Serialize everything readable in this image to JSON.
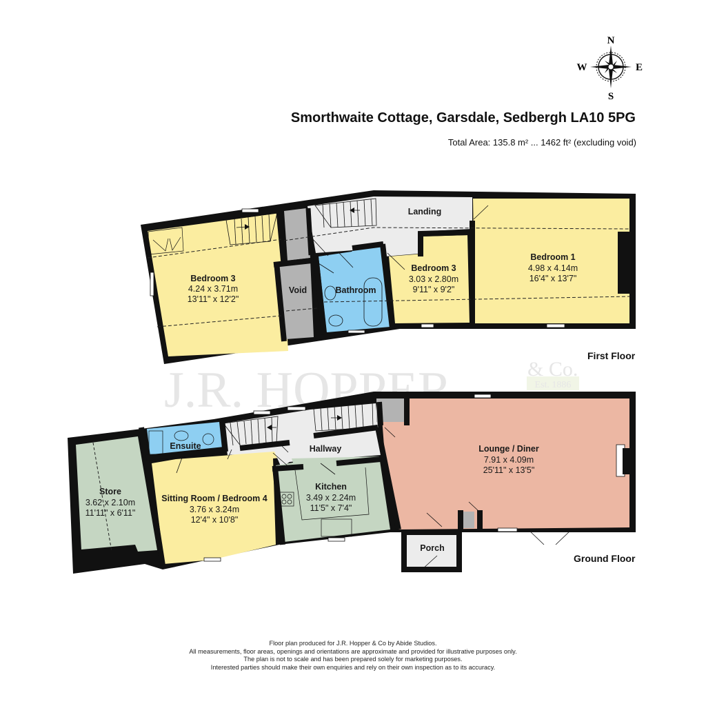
{
  "header": {
    "title": "Smorthwaite Cottage, Garsdale, Sedbergh LA10 5PG",
    "total_area": "Total Area: 135.8 m² ... 1462 ft² (excluding void)"
  },
  "compass": {
    "n": "N",
    "e": "E",
    "s": "S",
    "w": "W",
    "icon": "compass-rose-icon"
  },
  "watermark": {
    "main": "J.R. HOPPER",
    "suffix": "& Co.",
    "est": "Est. 1886"
  },
  "colors": {
    "bedroom": "#fbeda0",
    "bathroom": "#8ecff2",
    "void": "#b3b3b3",
    "landing": "#ececec",
    "lounge": "#ecb7a3",
    "kitchen": "#c5d6c2",
    "store": "#c5d6c2",
    "wall": "#111111"
  },
  "first_floor": {
    "label": "First Floor",
    "rooms": [
      {
        "name": "Bedroom 3",
        "metric": "4.24 x 3.71m",
        "imperial": "13'11\" x 12'2\""
      },
      {
        "name": "Void",
        "metric": "",
        "imperial": ""
      },
      {
        "name": "Bathroom",
        "metric": "",
        "imperial": ""
      },
      {
        "name": "Landing",
        "metric": "",
        "imperial": ""
      },
      {
        "name": "Bedroom 3",
        "metric": "3.03 x 2.80m",
        "imperial": "9'11\" x 9'2\""
      },
      {
        "name": "Bedroom 1",
        "metric": "4.98 x 4.14m",
        "imperial": "16'4\" x 13'7\""
      }
    ]
  },
  "ground_floor": {
    "label": "Ground Floor",
    "rooms": [
      {
        "name": "Store",
        "metric": "3.62 x 2.10m",
        "imperial": "11'11\" x 6'11\""
      },
      {
        "name": "Ensuite",
        "metric": "",
        "imperial": ""
      },
      {
        "name": "Sitting Room / Bedroom 4",
        "metric": "3.76 x 3.24m",
        "imperial": "12'4\" x 10'8\""
      },
      {
        "name": "Hallway",
        "metric": "",
        "imperial": ""
      },
      {
        "name": "Kitchen",
        "metric": "3.49 x 2.24m",
        "imperial": "11'5\" x 7'4\""
      },
      {
        "name": "Lounge / Diner",
        "metric": "7.91 x 4.09m",
        "imperial": "25'11\" x 13'5\""
      },
      {
        "name": "Porch",
        "metric": "",
        "imperial": ""
      }
    ]
  },
  "disclaimer": [
    "Floor plan produced for J.R. Hopper & Co by Abide Studios.",
    "All measurements, floor areas, openings and orientations are approximate and provided for illustrative purposes only.",
    "The plan is not to scale and has been prepared solely for marketing purposes.",
    "Interested parties should make their own enquiries and rely on their own inspection as to its accuracy."
  ]
}
